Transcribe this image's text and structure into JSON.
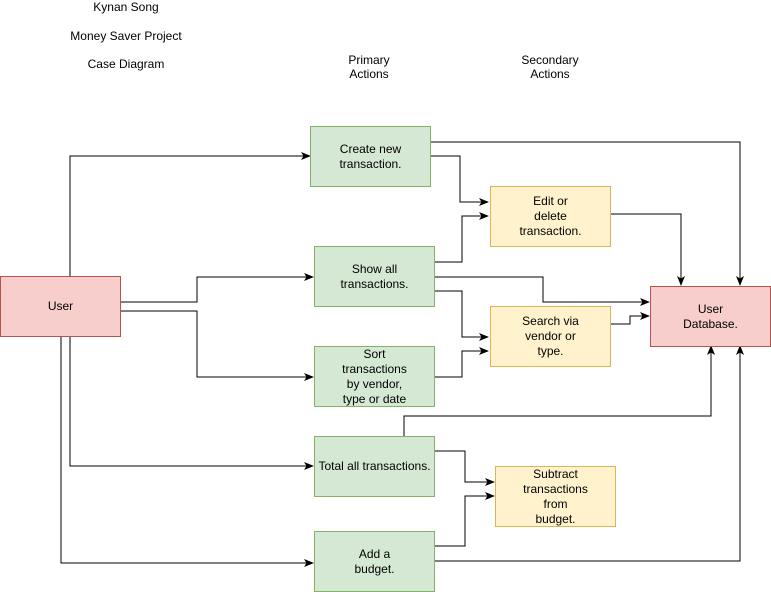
{
  "header": {
    "author": "Kynan Song",
    "project": "Money Saver Project",
    "diagram_type": "Case Diagram"
  },
  "columns": {
    "primary": "Primary\nActions",
    "secondary": "Secondary\nActions"
  },
  "nodes": {
    "user": "User",
    "database": "User\nDatabase.",
    "create": "Create new\ntransaction.",
    "show": "Show all\ntransactions.",
    "sort": "Sort\ntransactions\nby vendor,\ntype or date",
    "total": "Total all transactions.",
    "budget": "Add a\nbudget.",
    "edit": "Edit or\ndelete\ntransaction.",
    "search": "Search via\nvendor or\ntype.",
    "subtract": "Subtract\ntransactions\nfrom\nbudget."
  },
  "colors": {
    "primary_fill": "#d5e8d4",
    "secondary_fill": "#fff2cc",
    "actor_fill": "#f8cecc"
  }
}
